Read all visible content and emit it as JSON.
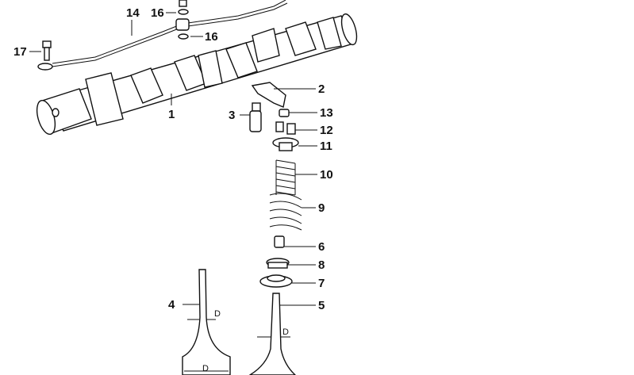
{
  "diagram": {
    "title_hidden": null,
    "callouts": [
      {
        "label": "14"
      },
      {
        "label": "16"
      },
      {
        "label": "16"
      },
      {
        "label": "17"
      },
      {
        "label": "1"
      },
      {
        "label": "2"
      },
      {
        "label": "3"
      },
      {
        "label": "13"
      },
      {
        "label": "12"
      },
      {
        "label": "11"
      },
      {
        "label": "10"
      },
      {
        "label": "9"
      },
      {
        "label": "6"
      },
      {
        "label": "8"
      },
      {
        "label": "7"
      },
      {
        "label": "5"
      },
      {
        "label": "4"
      }
    ],
    "dimensions": [
      "D",
      "D",
      "D"
    ]
  }
}
